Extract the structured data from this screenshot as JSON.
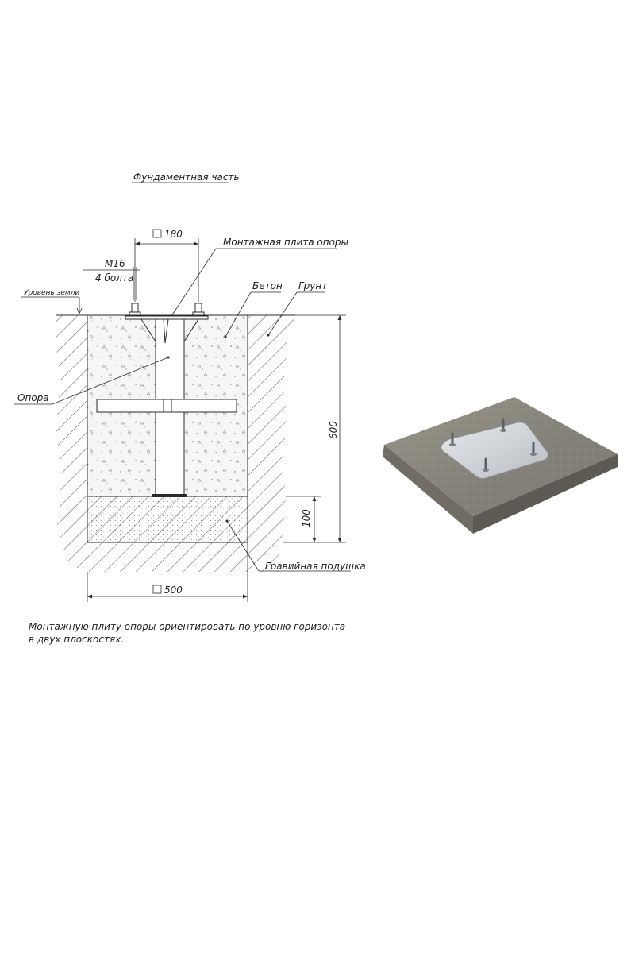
{
  "drawing": {
    "title": "Фундаментная часть",
    "labels": {
      "plate_dim": "180",
      "mount_plate": "Монтажная плита опоры",
      "bolt_size": "M16",
      "bolt_count": "4 болта",
      "ground_level": "Уровень земли",
      "concrete": "Бетон",
      "soil": "Грунт",
      "support": "Опора",
      "height_total": "600",
      "height_gravel": "100",
      "gravel": "Гравийная подушка",
      "pit_width": "500"
    },
    "note": {
      "line1": "Монтажную плиту опоры ориентировать по уровню горизонта",
      "line2": "в двух плоскостях."
    }
  },
  "colors": {
    "line": "#2b2b2b",
    "concrete_fill": "#f4f4f4",
    "soil_hatch": "#555555",
    "slab": "#8c8a80",
    "slab_side": "#6c6a60",
    "plate": "#d5d8dc"
  }
}
